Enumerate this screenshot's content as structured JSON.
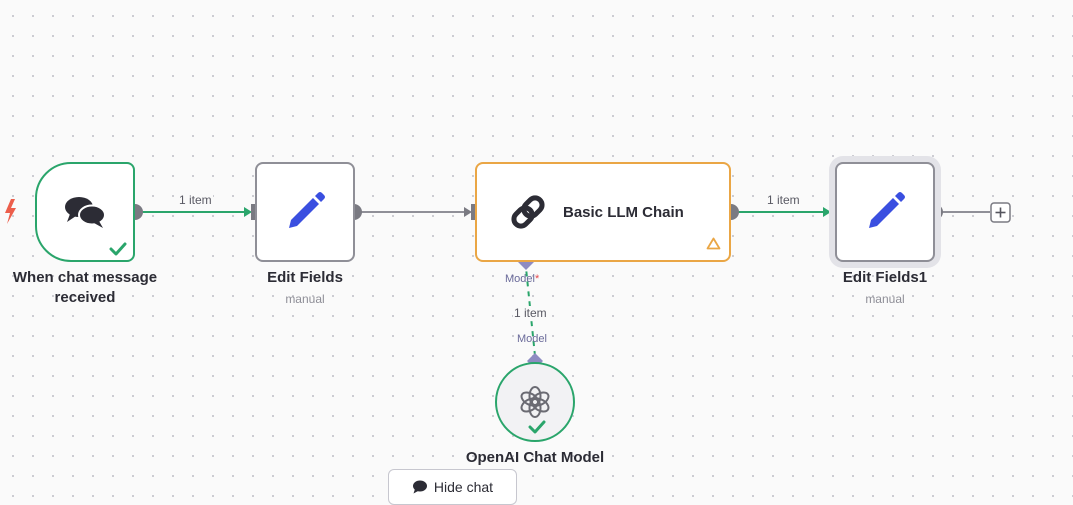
{
  "nodes": {
    "chat_trigger": {
      "label_line1": "When chat message",
      "label_line2": "received"
    },
    "edit_fields": {
      "label": "Edit Fields",
      "subtitle": "manual"
    },
    "llm_chain": {
      "label": "Basic LLM Chain"
    },
    "edit_fields1": {
      "label": "Edit Fields1",
      "subtitle": "manual"
    },
    "openai_model": {
      "label": "OpenAI Chat Model"
    }
  },
  "edges": {
    "trigger_to_edit": "1 item",
    "chain_to_edit1": "1 item",
    "model_to_chain": "1 item"
  },
  "ports": {
    "chain_model_input": "Model",
    "chain_model_required": "*",
    "model_output": "Model"
  },
  "buttons": {
    "hide_chat": "Hide chat"
  },
  "colors": {
    "success": "#2aa56b",
    "warning": "#eaa645",
    "edit_icon": "#3a4fe0",
    "trigger_bolt": "#ec5e4b",
    "port_ai": "#8e8bc2"
  },
  "icons": {
    "chat_trigger": "chat-bubbles-icon",
    "edit_fields": "pencil-icon",
    "llm_chain": "link-icon",
    "openai_model": "openai-icon",
    "add": "plus-icon",
    "trigger": "lightning-bolt-icon",
    "warning": "warning-triangle-icon",
    "success": "check-icon"
  }
}
